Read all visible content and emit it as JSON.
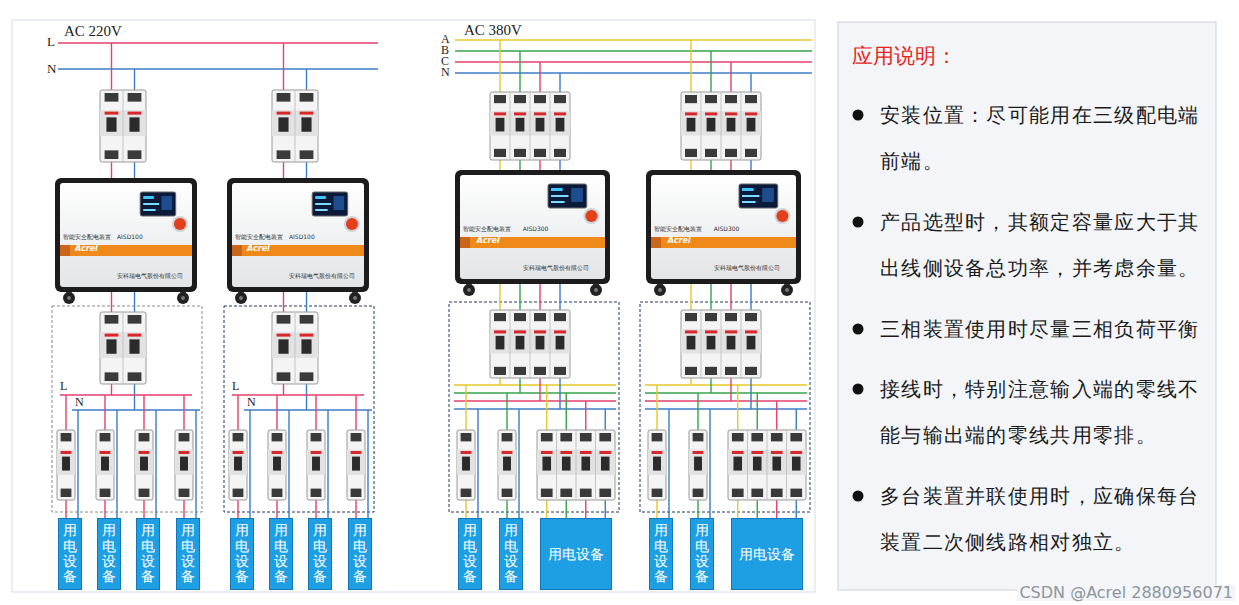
{
  "diagram": {
    "nodes": [
      {
        "text": [
          "智能安全配电装置",
          "AISD100",
          "Acrel",
          "安科瑞电气股份有限公司"
        ]
      },
      {
        "text": [
          "用电设备"
        ]
      },
      {
        "text": [
          "用电设备"
        ]
      },
      {
        "text": [
          "用电设备"
        ]
      },
      {
        "text": [
          "用电设备"
        ]
      },
      {
        "text": [
          "智能安全配电装置",
          "AISD100",
          "Acrel",
          "安科瑞电气股份有限公司"
        ]
      },
      {
        "text": [
          "用电设备"
        ]
      },
      {
        "text": [
          "用电设备"
        ]
      },
      {
        "text": [
          "用电设备"
        ]
      },
      {
        "text": [
          "用电设备"
        ]
      },
      {
        "text": [
          "智能安全配电装置",
          "AISD300",
          "Acrel",
          "安科瑞电气股份有限公司"
        ]
      },
      {
        "text": [
          "用电设备"
        ]
      },
      {
        "text": [
          "用电设备"
        ]
      },
      {
        "text": [
          "用电设备"
        ]
      },
      {
        "text": [
          "智能安全配电装置",
          "AISD300",
          "Acrel",
          "安科瑞电气股份有限公司"
        ]
      },
      {
        "text": [
          "用电设备"
        ]
      },
      {
        "text": [
          "用电设备"
        ]
      },
      {
        "text": [
          "用电设备"
        ]
      },
      {
        "text": [
          "应用说明：",
          "安装位置：尽可能用在三级配电端前端。",
          "产品选型时，其额定容量应大于其出线侧设备总功率，并考虑余量。",
          "三相装置使用时尽量三相负荷平衡",
          "接线时，特别注意输入端的零线不能与输出端的零线共用零排。",
          "多台装置并联使用时，应确保每台装置二次侧线路相对独立。"
        ]
      }
    ],
    "labels": [
      "AC 220V",
      "L",
      "N",
      "L",
      "N",
      "L",
      "N",
      "AC 380V",
      "A",
      "B",
      "C",
      "N",
      "CSDN @Acrel 2880956071"
    ]
  }
}
